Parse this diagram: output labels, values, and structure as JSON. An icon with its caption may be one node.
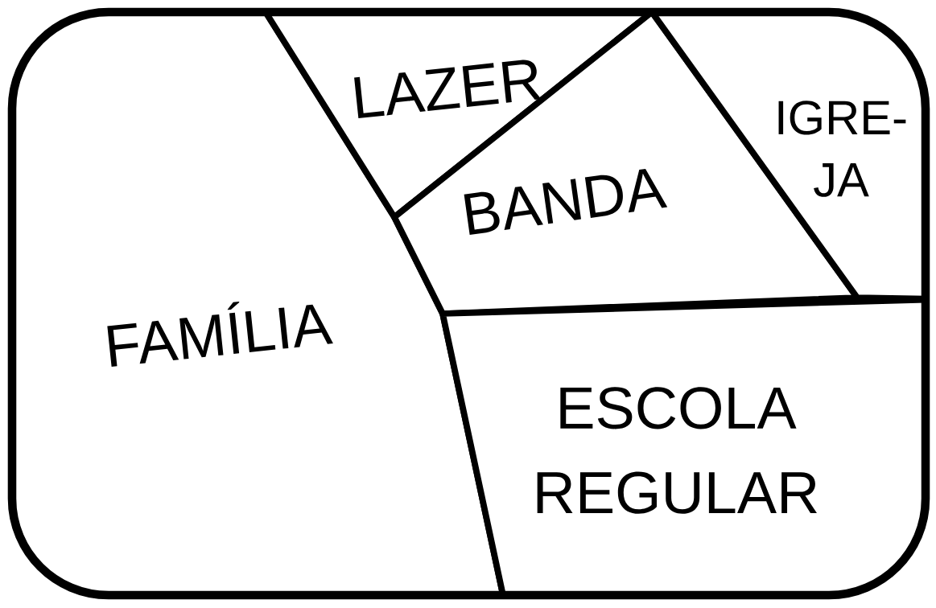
{
  "diagram": {
    "nodes": [
      {
        "text": [
          "FAMÍLIA"
        ]
      },
      {
        "text": [
          "LAZER"
        ]
      },
      {
        "text": [
          "BANDA"
        ]
      },
      {
        "text": [
          "IGRE- JA"
        ]
      },
      {
        "text": [
          "ESCOLA REGULAR"
        ]
      }
    ]
  }
}
